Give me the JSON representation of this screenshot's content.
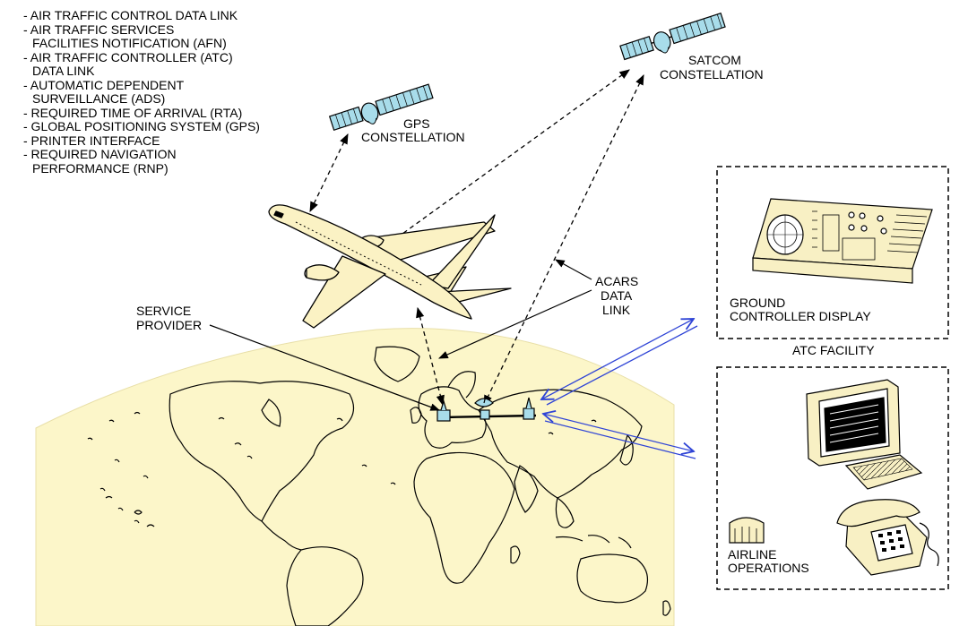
{
  "feature_list": [
    {
      "lines": [
        "- AIR TRAFFIC CONTROL DATA LINK"
      ]
    },
    {
      "lines": [
        "- AIR TRAFFIC SERVICES",
        "FACILITIES NOTIFICATION (AFN)"
      ]
    },
    {
      "lines": [
        "- AIR TRAFFIC CONTROLLER (ATC)",
        "DATA LINK"
      ]
    },
    {
      "lines": [
        "- AUTOMATIC DEPENDENT",
        "SURVEILLANCE (ADS)"
      ]
    },
    {
      "lines": [
        "- REQUIRED TIME OF ARRIVAL (RTA)"
      ]
    },
    {
      "lines": [
        "- GLOBAL POSITIONING SYSTEM (GPS)"
      ]
    },
    {
      "lines": [
        "- PRINTER INTERFACE"
      ]
    },
    {
      "lines": [
        "- REQUIRED NAVIGATION",
        "PERFORMANCE (RNP)"
      ]
    }
  ],
  "labels": {
    "gps_line1": "GPS",
    "gps_line2": "CONSTELLATION",
    "satcom_line1": "SATCOM",
    "satcom_line2": "CONSTELLATION",
    "acars_line1": "ACARS",
    "acars_line2": "DATA",
    "acars_line3": "LINK",
    "service_line1": "SERVICE",
    "service_line2": "PROVIDER",
    "ground_line1": "GROUND",
    "ground_line2": "CONTROLLER DISPLAY",
    "atc_facility": "ATC FACILITY",
    "airline_line1": "AIRLINE",
    "airline_line2": "OPERATIONS"
  },
  "colors": {
    "globe_fill": "#fcf6c9",
    "aircraft_fill": "#fbf2c4",
    "satellite_panel": "#a8dcea",
    "equipment_fill": "#f8f0c4",
    "ground_link": "#2f44d6",
    "line": "#000000"
  }
}
